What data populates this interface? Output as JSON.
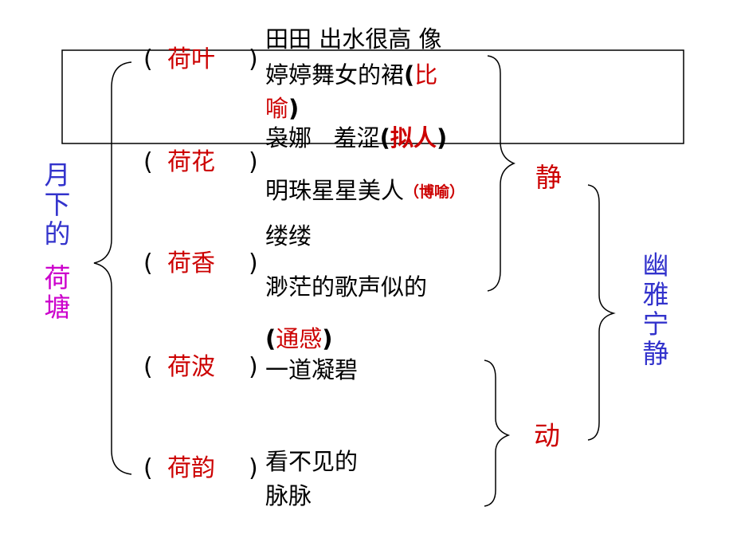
{
  "title_left": {
    "part1": [
      "月",
      "下",
      "的"
    ],
    "part2": [
      "荷",
      "塘"
    ]
  },
  "title_right": [
    "幽",
    "雅",
    "宁",
    "静"
  ],
  "groups": [
    {
      "paren_open": "(",
      "label": "荷叶",
      "paren_close": ")"
    },
    {
      "paren_open": "(",
      "label": "荷花",
      "paren_close": ")"
    },
    {
      "paren_open": "(",
      "label": "荷香",
      "paren_close": ")"
    },
    {
      "paren_open": "(",
      "label": "荷波",
      "paren_close": ")"
    },
    {
      "paren_open": "(",
      "label": "荷韵",
      "paren_close": ")"
    }
  ],
  "lines": {
    "l1": "田田 出水很高 像",
    "l2": "婷婷舞女的裙",
    "l2_open": "(",
    "l2_rhet": "比",
    "l3_rhet": "喻",
    "l3_close": ")",
    "l4": "袅娜   羞涩",
    "l4_open": "(",
    "l4_rhet": "拟人",
    "l4_close": ")",
    "l5": "明珠星星美人",
    "l5_rhet": "（博喻）",
    "l6": "缕缕",
    "l7": "渺茫的歌声似的",
    "l8_open": "(",
    "l8_rhet": "通感",
    "l8_close": ")",
    "l9": "一道凝碧",
    "l10": "看不见的",
    "l11": "脉脉"
  },
  "state_labels": {
    "static": "静",
    "dynamic": "动"
  },
  "colors": {
    "red": "#cc0000",
    "blue": "#3333cc",
    "purple": "#cc00cc",
    "black": "#000000"
  }
}
